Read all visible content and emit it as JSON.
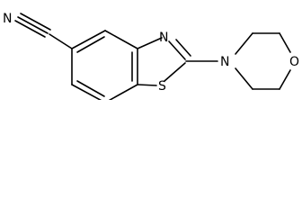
{
  "molecule": {
    "atoms": {
      "nitrile_n": "N",
      "thiazole_n": "N",
      "thiazole_s": "S",
      "morpholine_n": "N",
      "morpholine_o": "O"
    }
  }
}
